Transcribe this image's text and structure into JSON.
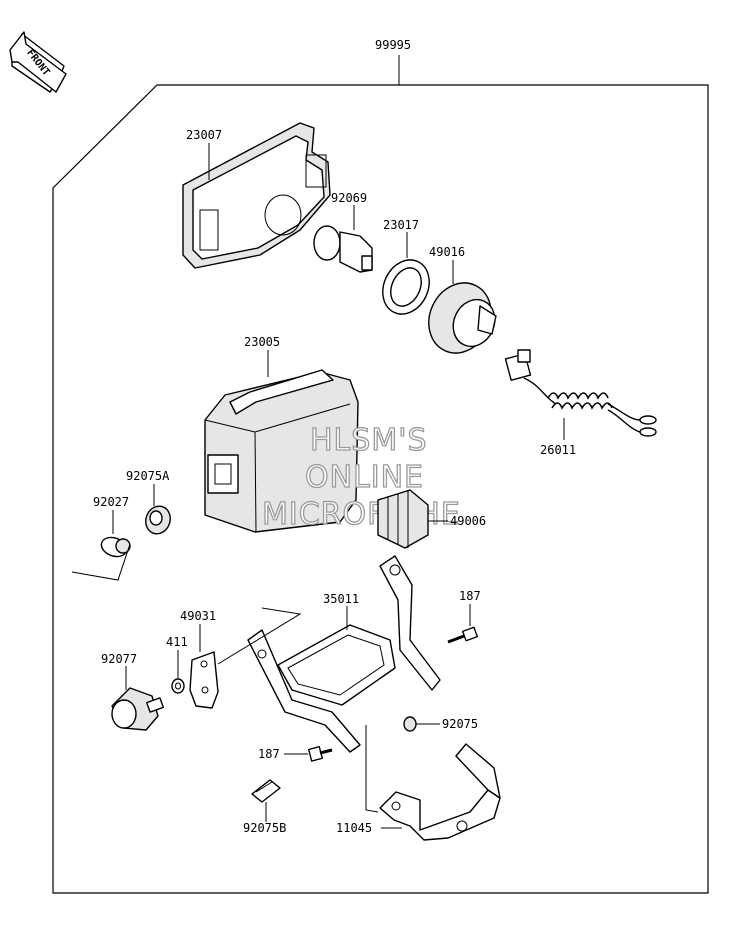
{
  "front_marker": {
    "text": "FRONT"
  },
  "watermark": {
    "lines": [
      "HLSM'S",
      "ONLINE",
      "MICROFICHE"
    ]
  },
  "parts": {
    "assembly": "99995",
    "headlight_lens": "23007",
    "bulb": "92069",
    "bulb_ring": "23017",
    "socket_cover": "49016",
    "housing": "23005",
    "wire_harness": "26011",
    "grommet_a": "92075A",
    "washer_nut": "92027",
    "boot": "49006",
    "stay_bracket": "35011",
    "bolt_top": "187",
    "plate": "49031",
    "washer": "411",
    "knob": "92077",
    "spacer": "92075",
    "bolt_bottom": "187",
    "clip": "92075B",
    "lower_bracket": "11045"
  }
}
